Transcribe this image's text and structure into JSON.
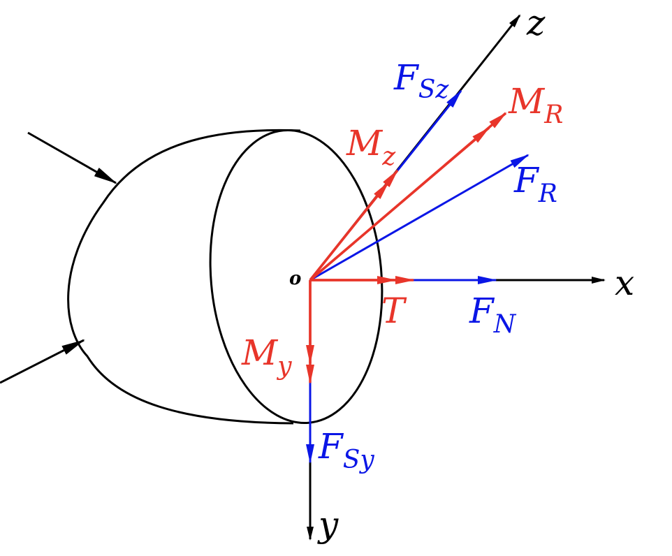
{
  "colors": {
    "axis": "#000000",
    "force": "#0a16e6",
    "moment": "#e8352a",
    "body": "#000000"
  },
  "labels": {
    "origin": "o",
    "x_axis": "x",
    "y_axis": "y",
    "z_axis": "z",
    "fsz_main": "F",
    "fsz_sub": "Sz",
    "mr_main": "M",
    "mr_sub": "R",
    "mz_main": "M",
    "mz_sub": "z",
    "fr_main": "F",
    "fr_sub": "R",
    "t_main": "T",
    "fn_main": "F",
    "fn_sub": "N",
    "my_main": "M",
    "my_sub": "y",
    "fsy_main": "F",
    "fsy_sub": "Sy"
  }
}
